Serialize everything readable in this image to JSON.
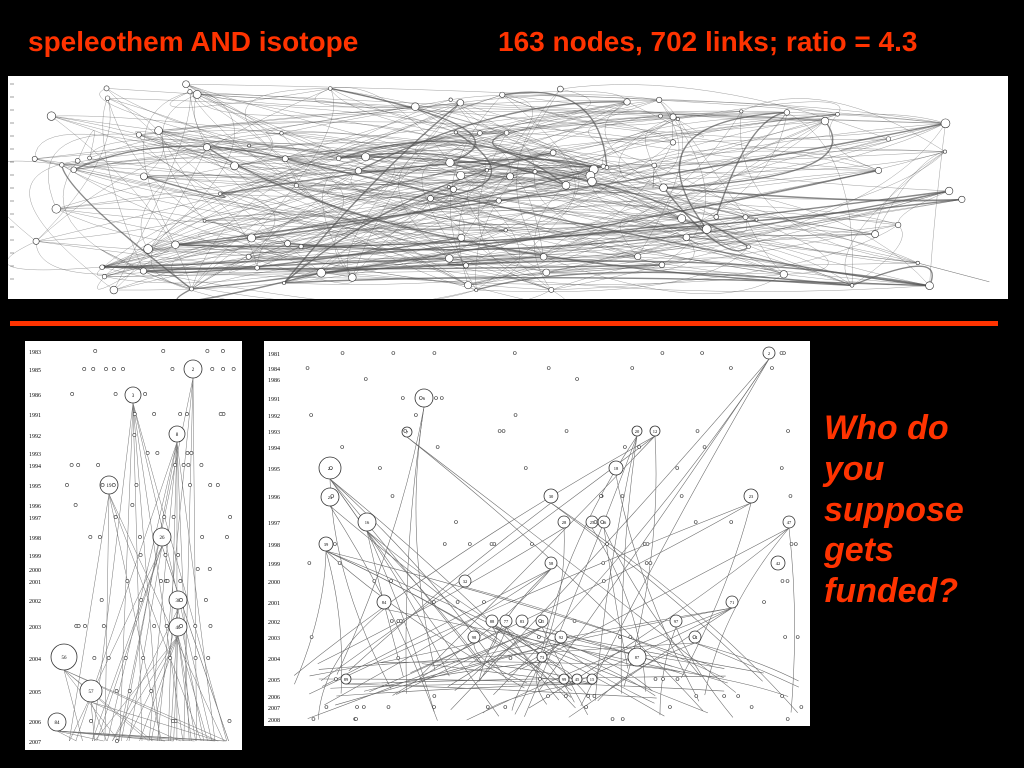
{
  "header": {
    "query": "speleothem AND isotope",
    "stats": "163 nodes, 702 links; ratio = 4.3"
  },
  "question": {
    "lines": [
      "Who do",
      "you",
      "suppose",
      "gets",
      "funded?"
    ]
  },
  "colors": {
    "accent": "#ff3300",
    "background": "#000000",
    "panel": "#ffffff"
  },
  "left_graph": {
    "years": [
      "1983",
      "1985",
      "1986",
      "1991",
      "1992",
      "1993",
      "1994",
      "1995",
      "1996",
      "1997",
      "1998",
      "1999",
      "2000",
      "2001",
      "2002",
      "2003",
      "2004",
      "2005",
      "2006",
      "2007"
    ],
    "labeled_nodes": [
      "2",
      "3",
      "8",
      "19",
      "26",
      "38",
      "40",
      "56",
      "57",
      "84"
    ]
  },
  "mid_graph": {
    "years": [
      "1981",
      "1984",
      "1986",
      "1991",
      "1992",
      "1993",
      "1994",
      "1995",
      "1996",
      "1997",
      "1998",
      "1999",
      "2000",
      "2001",
      "2002",
      "2003",
      "2004",
      "2005",
      "2006",
      "2007",
      "2008"
    ],
    "labeled_nodes": [
      "2",
      "6",
      "7",
      "21",
      "24",
      "16",
      "39",
      "20",
      "12",
      "18",
      "23",
      "30",
      "28",
      "25",
      "46",
      "47",
      "42",
      "32",
      "58",
      "71",
      "84",
      "97",
      "74",
      "87",
      "89",
      "98",
      "88",
      "77",
      "83",
      "85",
      "92",
      "73",
      "99",
      "45",
      "15"
    ]
  }
}
